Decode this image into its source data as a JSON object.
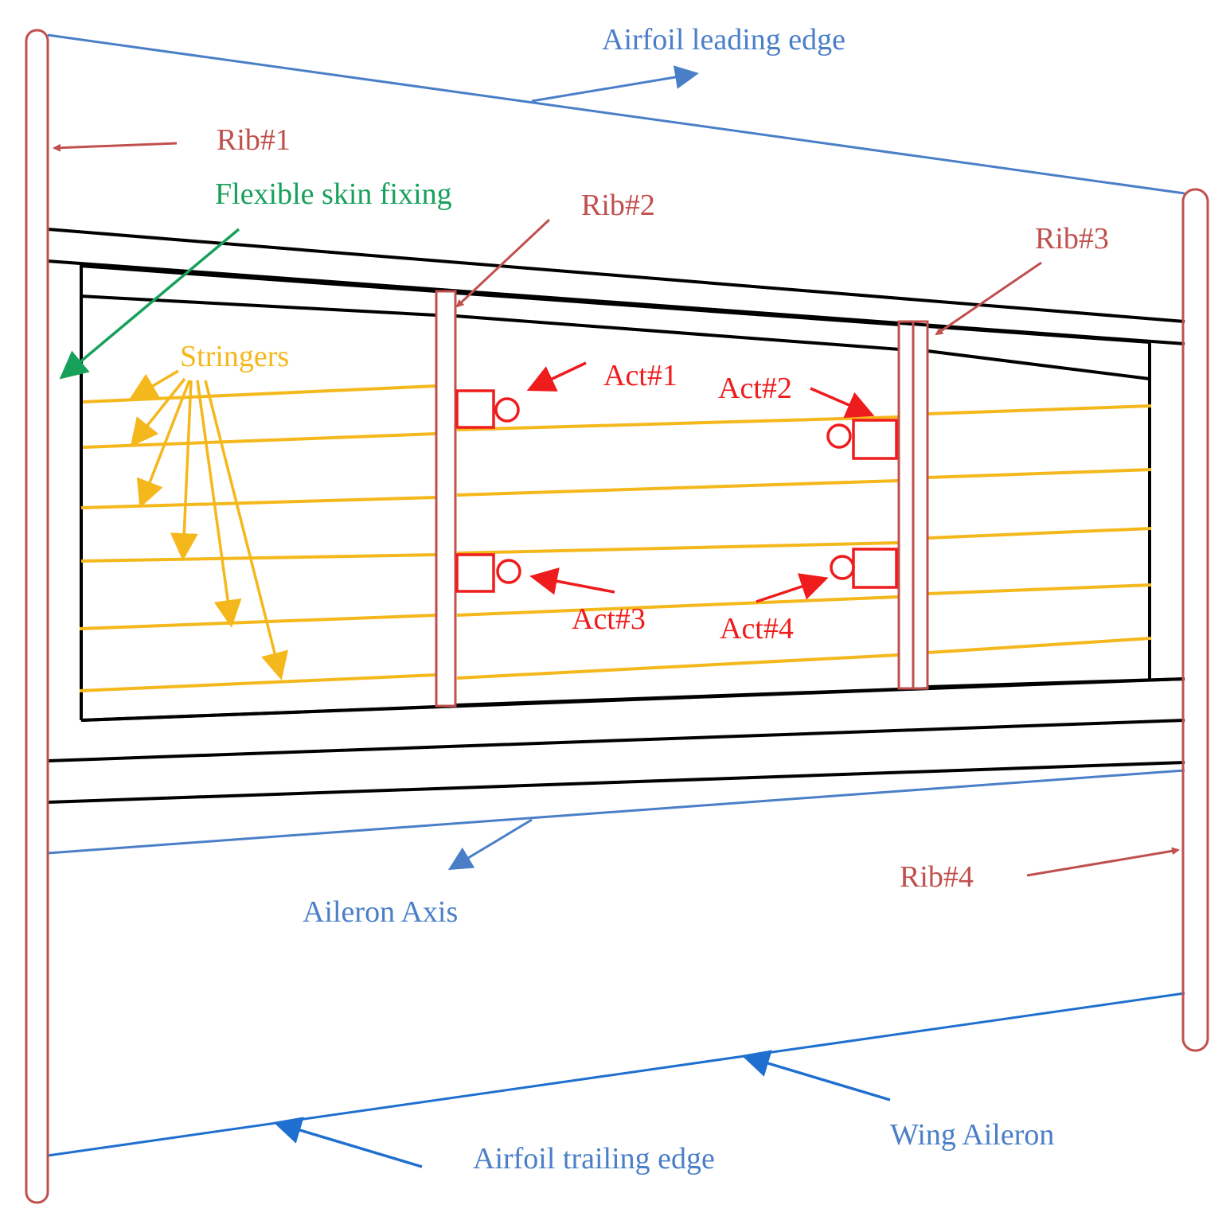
{
  "labels": {
    "leading_edge": "Airfoil leading edge",
    "rib1": "Rib#1",
    "skin_fixing": "Flexible skin fixing",
    "rib2": "Rib#2",
    "rib3": "Rib#3",
    "stringers": "Stringers",
    "act1": "Act#1",
    "act2": "Act#2",
    "act3": "Act#3",
    "act4": "Act#4",
    "rib4": "Rib#4",
    "aileron_axis": "Aileron Axis",
    "wing_aileron": "Wing Aileron",
    "trailing_edge": "Airfoil trailing edge"
  },
  "colors": {
    "rib": "#c0504d",
    "blue": "#4a7fc8",
    "blue_dark": "#1f6fd0",
    "green": "#16a05a",
    "stringer": "#f5b81c",
    "actuator": "#ee1c1c",
    "frame": "#000000"
  }
}
